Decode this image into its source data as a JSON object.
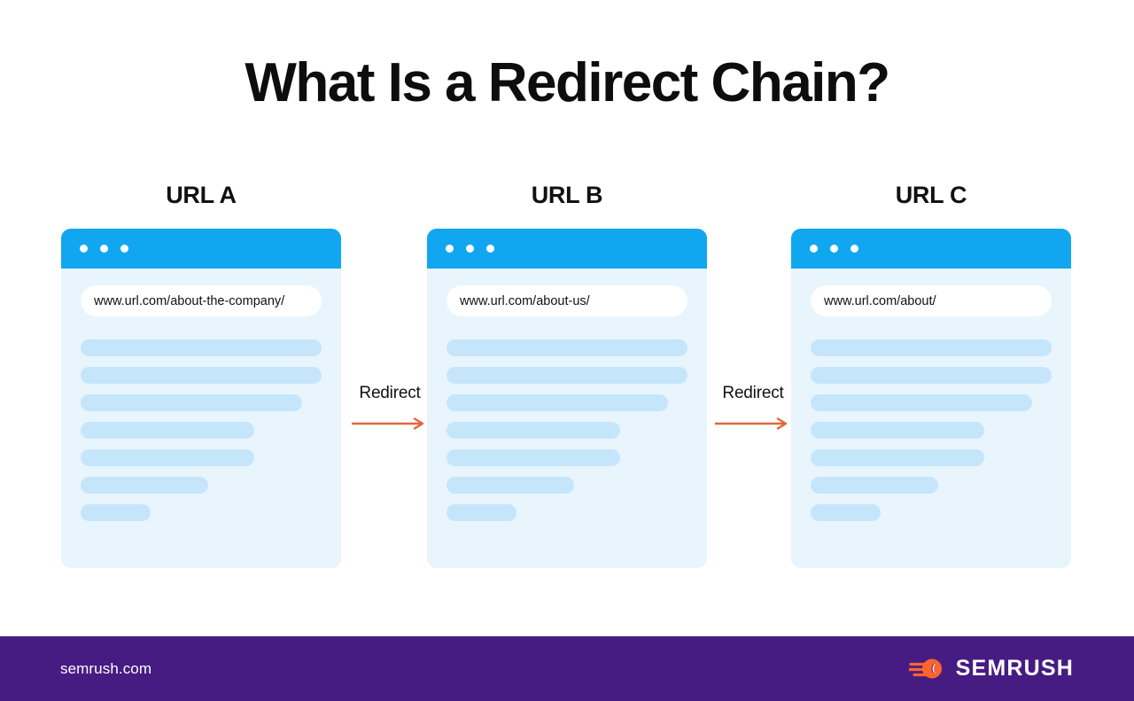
{
  "title": "What Is a Redirect Chain?",
  "accent_colors": {
    "browser_titlebar_blue": "#10a7f0",
    "card_background_blue": "#e8f5fd",
    "content_bar_blue": "#c5e5fb",
    "arrow_orange": "#e2673c",
    "footer_purple": "#461c83",
    "logo_orange": "#ff642d"
  },
  "columns": [
    {
      "heading": "URL A",
      "url": "www.url.com/about-the-company/",
      "bar_widths": [
        "100%",
        "100%",
        "92%",
        "72%",
        "72%",
        "53%",
        "29%"
      ]
    },
    {
      "heading": "URL B",
      "url": "www.url.com/about-us/",
      "bar_widths": [
        "100%",
        "100%",
        "92%",
        "72%",
        "72%",
        "53%",
        "29%"
      ]
    },
    {
      "heading": "URL C",
      "url": "www.url.com/about/",
      "bar_widths": [
        "100%",
        "100%",
        "92%",
        "72%",
        "72%",
        "53%",
        "29%"
      ]
    }
  ],
  "connectors": [
    {
      "label": "Redirect"
    },
    {
      "label": "Redirect"
    }
  ],
  "footer": {
    "site": "semrush.com",
    "brand": "SEMRUSH"
  }
}
